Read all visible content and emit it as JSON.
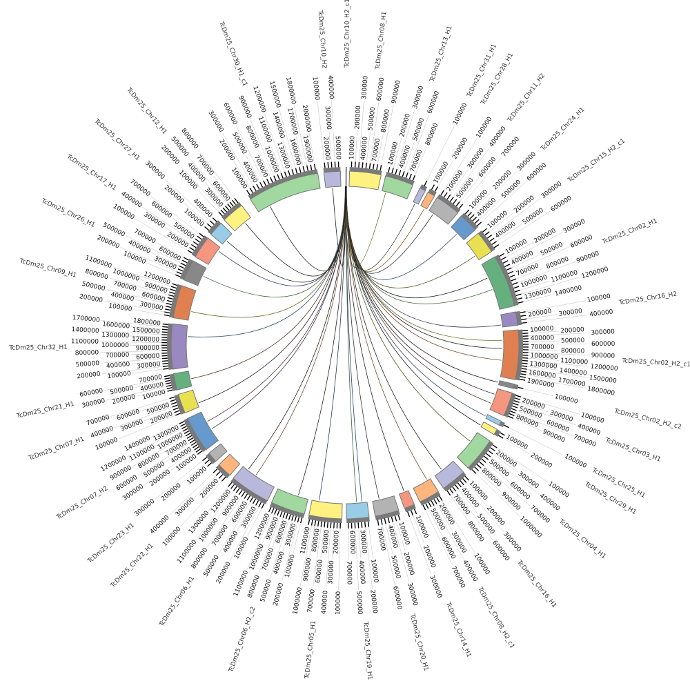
{
  "title": "Chromosome link circos plot",
  "tick_step": 100000,
  "source": {
    "name": "TcDm25_Chr10_H2_c1",
    "color": "#222222"
  },
  "chromosomes": [
    {
      "name": "TcDm25_Chr08_H1",
      "color": "#fff280",
      "ticks": 9
    },
    {
      "name": "TcDm25_Chr13_H1",
      "color": "#a0d8a0",
      "ticks": 8
    },
    {
      "name": "TcDm25_Chr31_H1",
      "color": "#b8b8dc",
      "ticks": 1
    },
    {
      "name": "TcDm25_Chr28_H1",
      "color": "#fdb57e",
      "ticks": 2
    },
    {
      "name": "TcDm25_Chr11_H2",
      "color": "#b3b3b3",
      "ticks": 7
    },
    {
      "name": "TcDm25_Chr24_H1",
      "color": "#6699cc",
      "ticks": 6
    },
    {
      "name": "TcDm25_Chr15_H2_c1",
      "color": "#e8e050",
      "ticks": 6
    },
    {
      "name": "TcDm25_Chr02_H1",
      "color": "#66b080",
      "ticks": 14
    },
    {
      "name": "TcDm25_Chr16_H2",
      "color": "#9a88c0",
      "ticks": 4
    },
    {
      "name": "TcDm25_Chr02_H2_c1",
      "color": "#e08050",
      "ticks": 19
    },
    {
      "name": "TcDm25_Chr02_H2_c2",
      "color": "#888888",
      "ticks": 1
    },
    {
      "name": "TcDm25_Chr03_H1",
      "color": "#f59680",
      "ticks": 9
    },
    {
      "name": "TcDm25_Chr25_H1",
      "color": "#99cce6",
      "ticks": 1
    },
    {
      "name": "TcDm25_Chr29_H1",
      "color": "#fff280",
      "ticks": 2
    },
    {
      "name": "TcDm25_Chr04_H1",
      "color": "#a0d8a0",
      "ticks": 10
    },
    {
      "name": "TcDm25_Chr16_H1",
      "color": "#b8b8dc",
      "ticks": 8
    },
    {
      "name": "TcDm25_Chr08_H2_c1",
      "color": "#fdb57e",
      "ticks": 7
    },
    {
      "name": "TcDm25_Chr14_H1",
      "color": "#f59680",
      "ticks": 3
    },
    {
      "name": "TcDm25_Chr20_H1",
      "color": "#b3b3b3",
      "ticks": 7
    },
    {
      "name": "TcDm25_Chr19_H1",
      "color": "#99cce6",
      "ticks": 7
    },
    {
      "name": "TcDm25_Chr05_H1",
      "color": "#fff280",
      "ticks": 11
    },
    {
      "name": "TcDm25_Chr06_H2_c2",
      "color": "#a0d8a0",
      "ticks": 12
    },
    {
      "name": "TcDm25_Chr06_H1",
      "color": "#b8b8dc",
      "ticks": 13
    },
    {
      "name": "TcDm25_Chr22_H1",
      "color": "#fdb57e",
      "ticks": 4
    },
    {
      "name": "TcDm25_Chr23_H1",
      "color": "#b3b3b3",
      "ticks": 3
    },
    {
      "name": "TcDm25_Chr07_H2",
      "color": "#6699cc",
      "ticks": 14
    },
    {
      "name": "TcDm25_Chr07_H1",
      "color": "#e8e050",
      "ticks": 7
    },
    {
      "name": "TcDm25_Chr21_H1",
      "color": "#66b080",
      "ticks": 7
    },
    {
      "name": "TcDm25_Chr32_H1",
      "color": "#9a88c0",
      "ticks": 18
    },
    {
      "name": "TcDm25_Chr09_H1",
      "color": "#e08050",
      "ticks": 12
    },
    {
      "name": "TcDm25_Chr26_H1",
      "color": "#888888",
      "ticks": 7
    },
    {
      "name": "TcDm25_Chr17_H1",
      "color": "#f59680",
      "ticks": 7
    },
    {
      "name": "TcDm25_Chr27_H1",
      "color": "#99cce6",
      "ticks": 4
    },
    {
      "name": "TcDm25_Chr12_H1",
      "color": "#fff280",
      "ticks": 8
    },
    {
      "name": "TcDm25_Chr30_H1_c1",
      "color": "#a0d8a0",
      "ticks": 20
    },
    {
      "name": "TcDm25_Chr10_H2",
      "color": "#b8b8dc",
      "ticks": 5
    }
  ],
  "links": [
    {
      "target": 1,
      "color": "#6b6b2a"
    },
    {
      "target": 2,
      "color": "#333333"
    },
    {
      "target": 3,
      "color": "#8a5a2a"
    },
    {
      "target": 4,
      "color": "#222222"
    },
    {
      "target": 5,
      "color": "#2a4a6a"
    },
    {
      "target": 6,
      "color": "#555522"
    },
    {
      "target": 7,
      "color": "#222222"
    },
    {
      "target": 7,
      "color": "#4a6a3a"
    },
    {
      "target": 8,
      "color": "#333355"
    },
    {
      "target": 9,
      "color": "#222222"
    },
    {
      "target": 9,
      "color": "#7a4a2a"
    },
    {
      "target": 9,
      "color": "#6b6b2a"
    },
    {
      "target": 10,
      "color": "#222222"
    },
    {
      "target": 11,
      "color": "#5a3a2a"
    },
    {
      "target": 11,
      "color": "#222222"
    },
    {
      "target": 12,
      "color": "#2a4a6a"
    },
    {
      "target": 13,
      "color": "#222222"
    },
    {
      "target": 14,
      "color": "#555522"
    },
    {
      "target": 15,
      "color": "#222222"
    },
    {
      "target": 16,
      "color": "#7a4a2a"
    },
    {
      "target": 17,
      "color": "#222222"
    },
    {
      "target": 18,
      "color": "#333333"
    },
    {
      "target": 19,
      "color": "#2a4a6a"
    },
    {
      "target": 19,
      "color": "#3a5a3a"
    },
    {
      "target": 20,
      "color": "#2a3a5a"
    },
    {
      "target": 21,
      "color": "#222222"
    },
    {
      "target": 22,
      "color": "#7a4a2a"
    },
    {
      "target": 22,
      "color": "#222222"
    },
    {
      "target": 25,
      "color": "#3a3a5a"
    },
    {
      "target": 25,
      "color": "#5a3a2a"
    },
    {
      "target": 26,
      "color": "#222222"
    },
    {
      "target": 27,
      "color": "#5a3a2a"
    },
    {
      "target": 28,
      "color": "#2a4a6a"
    },
    {
      "target": 29,
      "color": "#6b6b2a"
    },
    {
      "target": 30,
      "color": "#3a6a3a"
    },
    {
      "target": 31,
      "color": "#3a3a6a"
    },
    {
      "target": 32,
      "color": "#222222"
    },
    {
      "target": 33,
      "color": "#222222"
    },
    {
      "target": 34,
      "color": "#222222"
    },
    {
      "target": 35,
      "color": "#222222"
    }
  ]
}
